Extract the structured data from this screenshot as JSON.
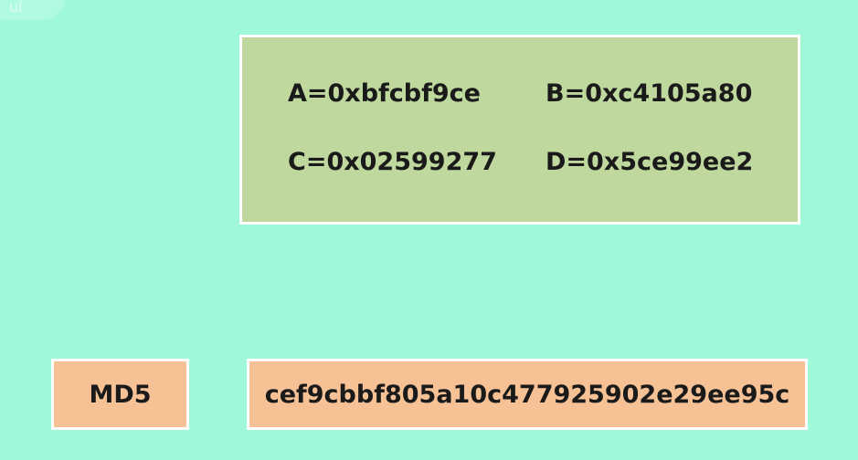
{
  "corner_label": "ul",
  "registers": {
    "a": "A=0xbfcbf9ce",
    "b": "B=0xc4105a80",
    "c": "C=0x02599277",
    "d": "D=0x5ce99ee2"
  },
  "result": {
    "label": "MD5",
    "hash": "cef9cbbf805a10c477925902e29ee95c"
  },
  "colors": {
    "background": "#9ff9d9",
    "registers_box": "#bfd89d",
    "result_box": "#f7c196",
    "border": "#ffffff"
  }
}
